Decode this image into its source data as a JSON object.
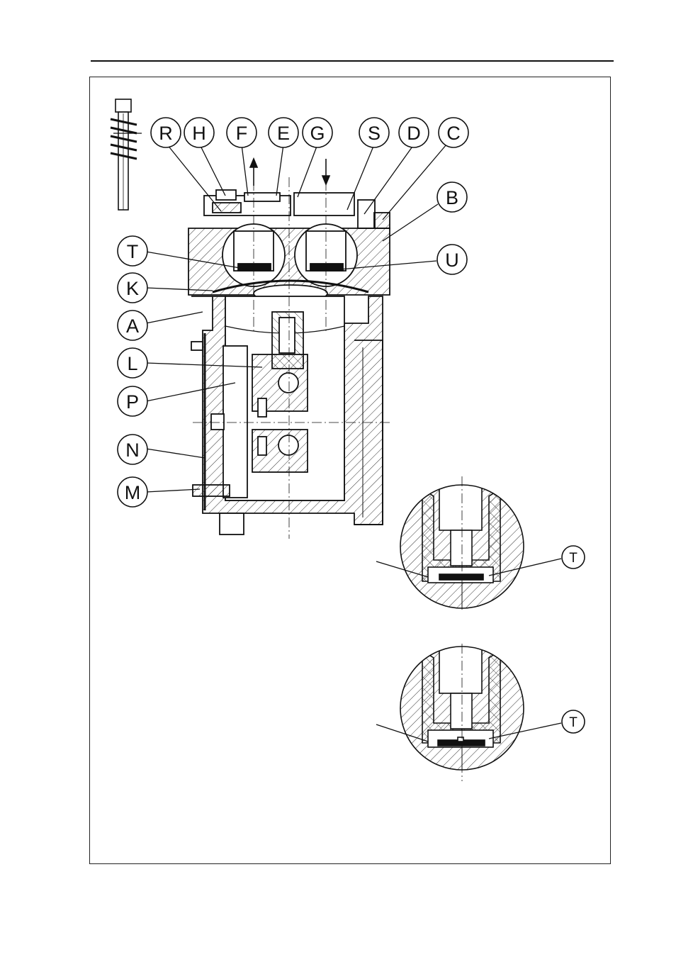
{
  "diagram": {
    "part_labels": {
      "R": "R",
      "H": "H",
      "F": "F",
      "E": "E",
      "G": "G",
      "S": "S",
      "D": "D",
      "C": "C",
      "B": "B",
      "T": "T",
      "U": "U",
      "K": "K",
      "A": "A",
      "L": "L",
      "P": "P",
      "N": "N",
      "M": "M"
    },
    "detail_top_label": "T",
    "detail_bottom_label": "T"
  }
}
